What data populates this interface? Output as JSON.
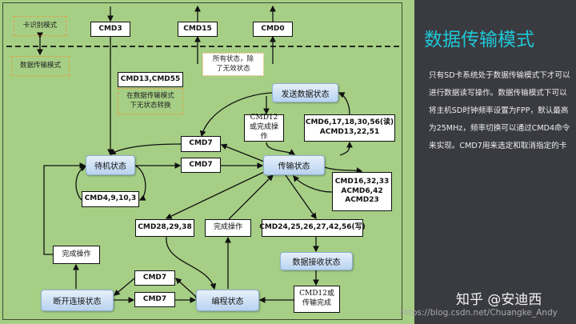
{
  "diagram": {
    "mode_card_id": "卡识别模式",
    "mode_data": "数据传输模式",
    "cmd3": "CMD3",
    "cmd15": "CMD15",
    "cmd0": "CMD0",
    "all_states_note": "所有状态，除了无效状态",
    "cmd13_55": "CMD13,CMD55",
    "no_transition_note": "在数据传输模式下无状态转换",
    "state_send": "发送数据状态",
    "cmd12_or_done": "CMD12或完成操作",
    "cmd_read": "CMD6,17,18,30,56(读) ACMD13,22,51",
    "cmd7_a": "CMD7",
    "cmd7_b": "CMD7",
    "cmd7_c": "CMD7",
    "cmd7_d": "CMD7",
    "state_standby": "待机状态",
    "state_transfer": "传输状态",
    "cmd4_9_10_3": "CMD4,9,10,3",
    "cmd16_group": "CMD16,32,33 ACMD6,42 ACMD23",
    "cmd28_29_38": "CMD28,29,38",
    "done_op_mid": "完成操作",
    "cmd_write": "CMD24,25,26,27,42,56(写)",
    "done_op_left": "完成操作",
    "state_receive": "数据接收状态",
    "state_disconnect": "断开连接状态",
    "state_program": "编程状态",
    "cmd12_or_transfer_done": "CMD12或传输完成"
  },
  "panel": {
    "title": "数据传输模式",
    "body": "只有SD卡系统处于数据传输模式下才可以进行数据读写操作。数据传输模式下可以将主机SD时钟频率设置为FPP，默认最高为25MHz，频率切换可以通过CMD4命令来实现。CMD7用来选定和取消指定的卡",
    "watermark_zhihu": "知乎 @安迪西",
    "watermark_url": "https://blog.csdn.net/Chuangke_Andy"
  }
}
